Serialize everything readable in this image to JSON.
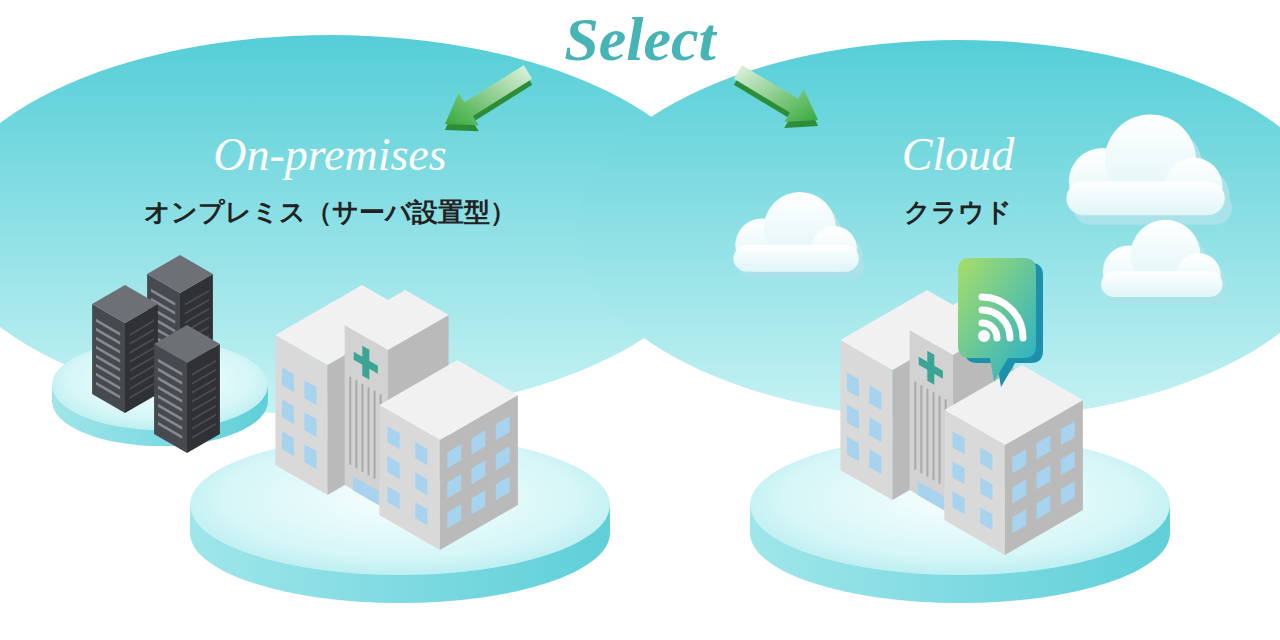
{
  "diagram": {
    "title": "Select",
    "nodes": [
      {
        "text": [
          "On-premises",
          "オンプレミス（サーバ設置型）"
        ]
      },
      {
        "text": [
          "Cloud",
          "クラウド"
        ]
      }
    ]
  }
}
